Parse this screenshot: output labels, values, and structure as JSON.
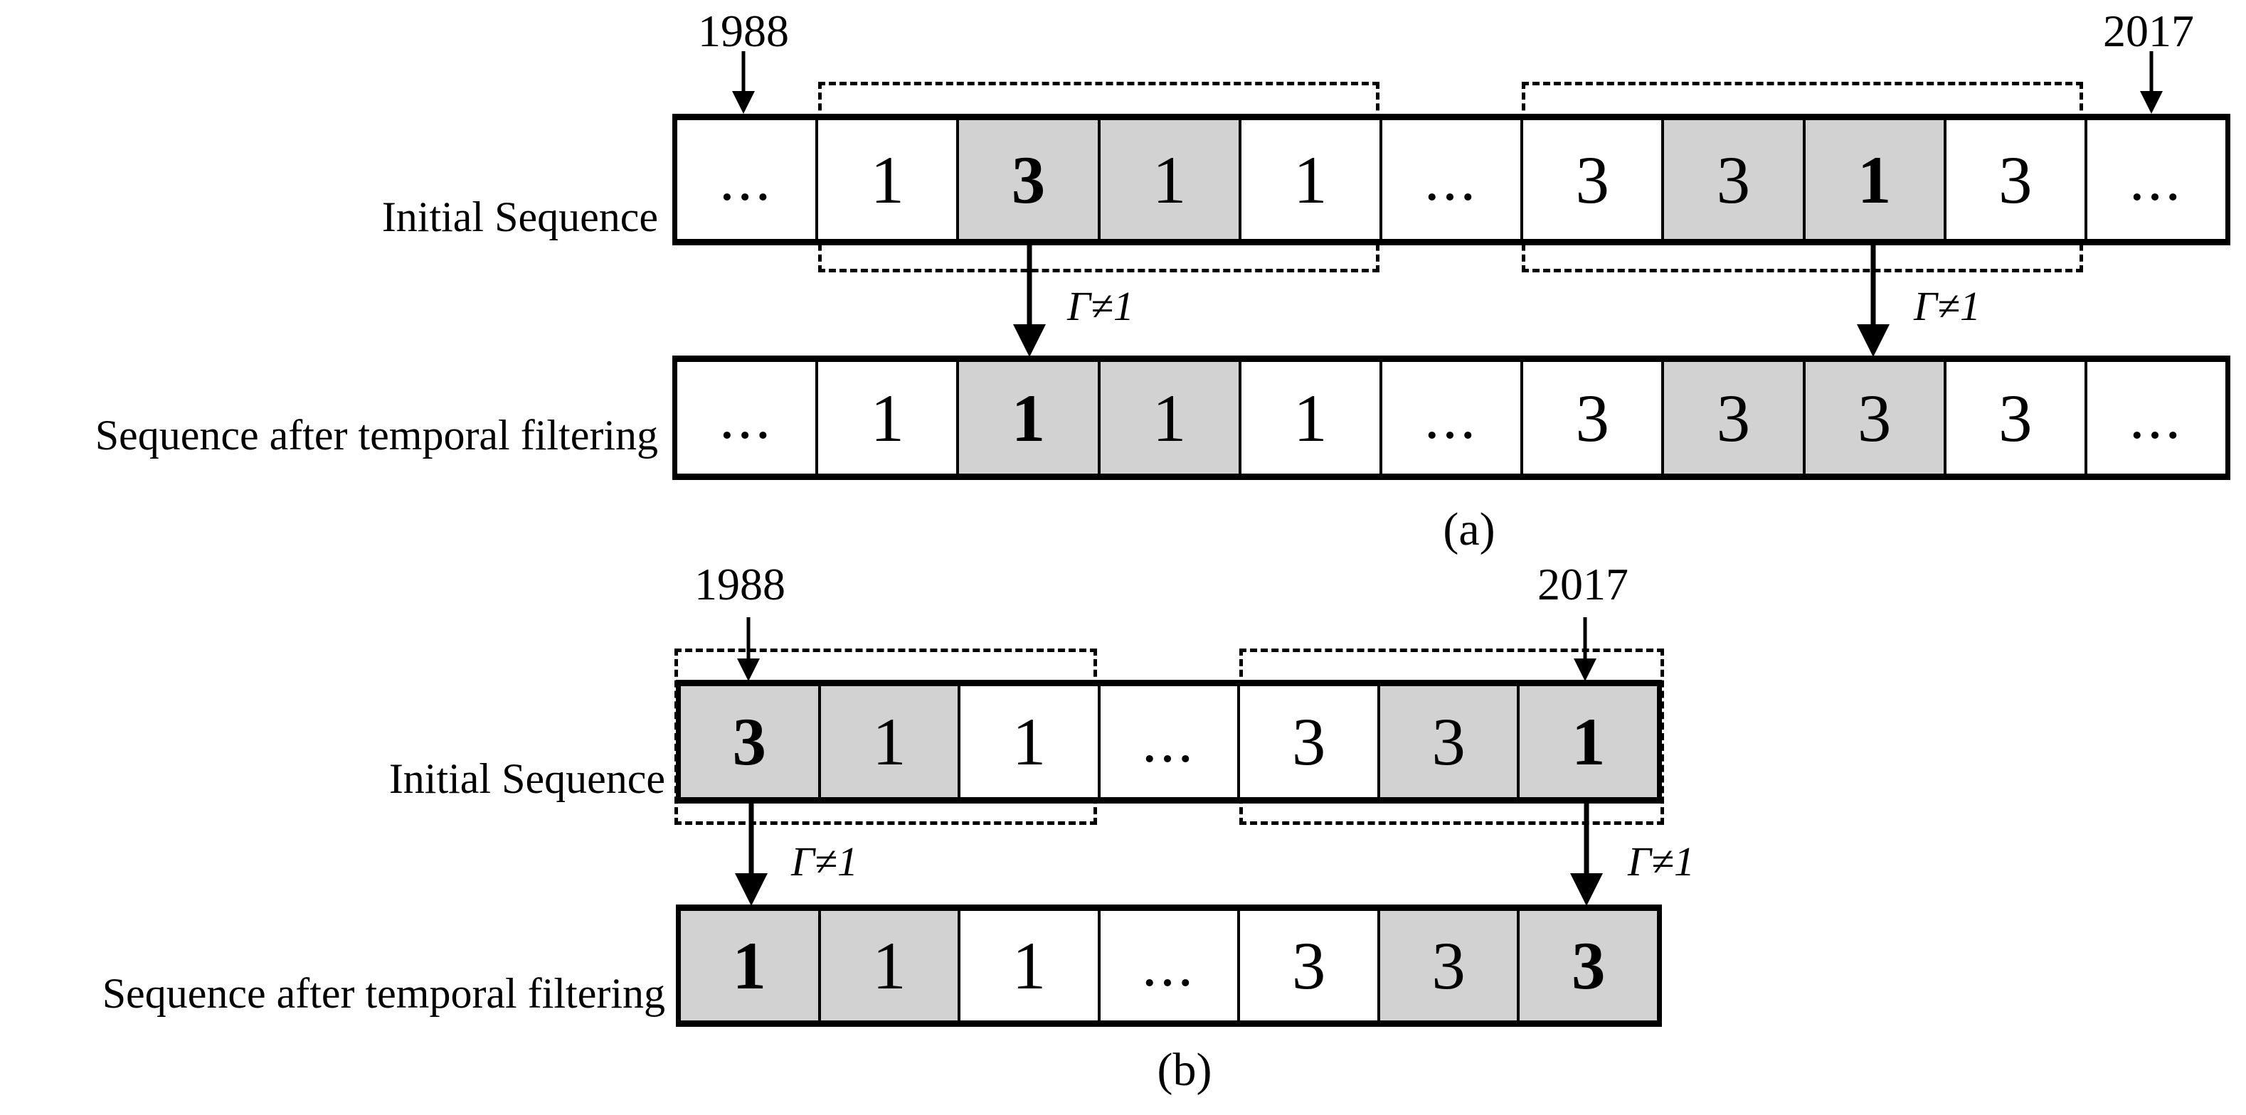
{
  "colors": {
    "background": "#ffffff",
    "cell_gray": "#d2d2d2",
    "line": "#000000"
  },
  "labels": {
    "gamma": "Γ≠1"
  },
  "panels": {
    "a": {
      "caption": "(a)",
      "year_start": "1988",
      "year_end": "2017",
      "initial_label": "Initial Sequence",
      "filtered_label": "Sequence after temporal filtering",
      "initial_cells": [
        {
          "v": "...",
          "gray": false,
          "bold": false
        },
        {
          "v": "1",
          "gray": false,
          "bold": false
        },
        {
          "v": "3",
          "gray": true,
          "bold": true
        },
        {
          "v": "1",
          "gray": true,
          "bold": false
        },
        {
          "v": "1",
          "gray": false,
          "bold": false
        },
        {
          "v": "...",
          "gray": false,
          "bold": false
        },
        {
          "v": "3",
          "gray": false,
          "bold": false
        },
        {
          "v": "3",
          "gray": true,
          "bold": false
        },
        {
          "v": "1",
          "gray": true,
          "bold": true
        },
        {
          "v": "3",
          "gray": false,
          "bold": false
        },
        {
          "v": "...",
          "gray": false,
          "bold": false
        }
      ],
      "filtered_cells": [
        {
          "v": "...",
          "gray": false,
          "bold": false
        },
        {
          "v": "1",
          "gray": false,
          "bold": false
        },
        {
          "v": "1",
          "gray": true,
          "bold": true
        },
        {
          "v": "1",
          "gray": true,
          "bold": false
        },
        {
          "v": "1",
          "gray": false,
          "bold": false
        },
        {
          "v": "...",
          "gray": false,
          "bold": false
        },
        {
          "v": "3",
          "gray": false,
          "bold": false
        },
        {
          "v": "3",
          "gray": true,
          "bold": false
        },
        {
          "v": "3",
          "gray": true,
          "bold": false
        },
        {
          "v": "3",
          "gray": false,
          "bold": false
        },
        {
          "v": "...",
          "gray": false,
          "bold": false
        }
      ]
    },
    "b": {
      "caption": "(b)",
      "year_start": "1988",
      "year_end": "2017",
      "initial_label": "Initial Sequence",
      "filtered_label": "Sequence after temporal filtering",
      "initial_cells": [
        {
          "v": "3",
          "gray": true,
          "bold": true
        },
        {
          "v": "1",
          "gray": true,
          "bold": false
        },
        {
          "v": "1",
          "gray": false,
          "bold": false
        },
        {
          "v": "...",
          "gray": false,
          "bold": false
        },
        {
          "v": "3",
          "gray": false,
          "bold": false
        },
        {
          "v": "3",
          "gray": true,
          "bold": false
        },
        {
          "v": "1",
          "gray": true,
          "bold": true
        }
      ],
      "filtered_cells": [
        {
          "v": "1",
          "gray": true,
          "bold": true
        },
        {
          "v": "1",
          "gray": true,
          "bold": false
        },
        {
          "v": "1",
          "gray": false,
          "bold": false
        },
        {
          "v": "...",
          "gray": false,
          "bold": false
        },
        {
          "v": "3",
          "gray": false,
          "bold": false
        },
        {
          "v": "3",
          "gray": true,
          "bold": false
        },
        {
          "v": "3",
          "gray": true,
          "bold": true
        }
      ]
    }
  }
}
